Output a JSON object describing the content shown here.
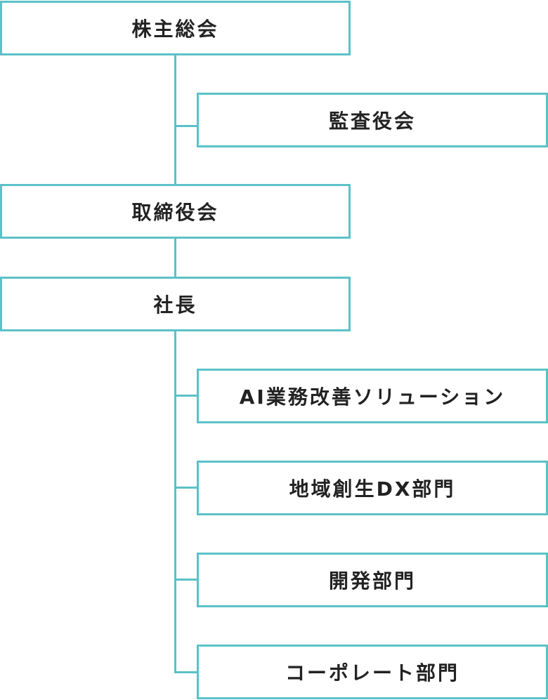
{
  "colors": {
    "line": "#5cc1c8",
    "text": "#222222",
    "background": "#ffffff"
  },
  "org": {
    "shareholders": "株主総会",
    "audit": "監査役会",
    "board": "取締役会",
    "president": "社長",
    "departments": [
      "AI業務改善ソリューション",
      "地域創生DX部門",
      "開発部門",
      "コーポレート部門"
    ]
  }
}
